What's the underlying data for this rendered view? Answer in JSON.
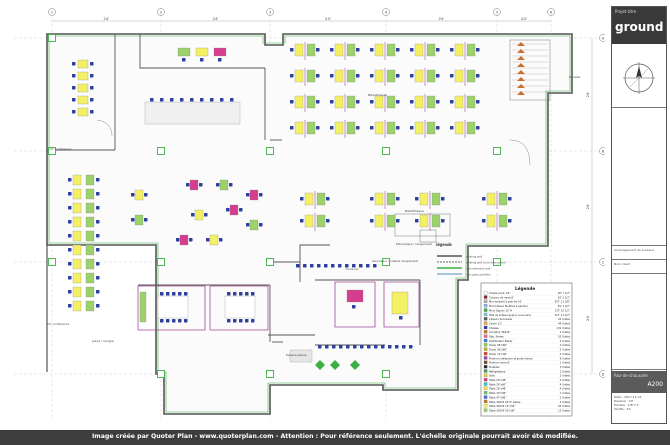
{
  "grid": {
    "columns": [
      "1",
      "2",
      "3",
      "4",
      "5",
      "6"
    ],
    "rows": [
      "A",
      "B",
      "C",
      "D"
    ],
    "spans_top": [
      "24'",
      "24'",
      "24'",
      "24'",
      "24'"
    ],
    "spans_right": [
      "24'",
      "24'",
      "24'"
    ]
  },
  "room_labels": {
    "left_office": "14' conférence",
    "left_lower": "24' conférence",
    "lobby_zone": "pièce / rangée",
    "open_top": "Bibliothèque",
    "open_mid": "Bibliothèque",
    "corridor": "Sous-sol",
    "break": "Espace pause",
    "mechanical": "Mécanique / rangement",
    "stair": "Escalier",
    "elevator": "ascenseur / cabine rangement",
    "legend_note": "Légende"
  },
  "mini_legend": {
    "title": "légende",
    "rows": [
      "existing wall",
      "existing wall to be demolished",
      "new extended wall",
      "new glass partition"
    ]
  },
  "legend": {
    "title": "Légende",
    "items": [
      {
        "label": "Chaise pivot. 24\"",
        "qty": "36' 7 1/2\"",
        "color": "#ffffff"
      },
      {
        "label": "Cloisons de verre 8'",
        "qty": "63' 1 1/2\"",
        "color": "#8b2a2a"
      },
      {
        "label": "Mur existant à peindre 10'",
        "qty": "357' 11 3/8\"",
        "color": "#b0b0b0"
      },
      {
        "label": "Mur-rideaux fenêtres à peindre",
        "qty": "45' 1 1/2\"",
        "color": "#8ab4d6"
      },
      {
        "label": "Murs Gyproc 10' H",
        "qty": "172' 10 1/2\"",
        "color": "#3cb043"
      },
      {
        "label": "Tête de linteau Gyproc sous verre",
        "qty": "117' 11 1/2\"",
        "color": "#7ec8e3"
      },
      {
        "label": "Caisson de bureau",
        "qty": "24 Unités",
        "color": "#5a5a5a"
      },
      {
        "label": "Casier 12\"",
        "qty": "44 Unités",
        "color": "#e6a24a"
      },
      {
        "label": "Chaises",
        "qty": "131 Unités",
        "color": "#2e3f9e"
      },
      {
        "label": "Comptoir 36X24\"",
        "qty": "1 Unités",
        "color": "#cf6d2a"
      },
      {
        "label": "Déb. Serres",
        "qty": "10 Unités",
        "color": "#e06c8c"
      },
      {
        "label": "Distributeur Papier",
        "qty": "3 Unités",
        "color": "#3a7fd5"
      },
      {
        "label": "Divan 28\"x60\"",
        "qty": "2 Unités",
        "color": "#8ecf4f"
      },
      {
        "label": "Divan 36\"x60\"",
        "qty": "3 Unités",
        "color": "#c9b028"
      },
      {
        "label": "Divan 72\"x36\"",
        "qty": "2 Unités",
        "color": "#d24a3b"
      },
      {
        "label": "Porte en mélamine et porte d'acier",
        "qty": "8 Unités",
        "color": "#9b3fb0"
      },
      {
        "label": "Porte en verre 8'",
        "qty": "1 Unités",
        "color": "#7a4a2a"
      },
      {
        "label": "Poubelle",
        "qty": "3 Unités",
        "color": "#2c2c2c"
      },
      {
        "label": "Réfrigérateur",
        "qty": "1 Unités",
        "color": "#4a9b5b"
      },
      {
        "label": "Sofa",
        "qty": "2 Unités",
        "color": "#e2d23c"
      },
      {
        "label": "Table 20\"x48\"",
        "qty": "2 Unités",
        "color": "#d53e8f"
      },
      {
        "label": "Table 24\"x60\"",
        "qty": "4 Unités",
        "color": "#3dc4c4"
      },
      {
        "label": "Table 30\"x48\"",
        "qty": "4 Unités",
        "color": "#f0e04a"
      },
      {
        "label": "Table 30\"x96\"",
        "qty": "1 Unités",
        "color": "#6ec06e"
      },
      {
        "label": "Table 47\"x96\"",
        "qty": "2 Unités",
        "color": "#4a6ad6"
      },
      {
        "label": "Table 36X24 22\"X\" basse",
        "qty": "3 Unités",
        "color": "#c07a2a"
      },
      {
        "label": "Table 30X24 12\"x32\"",
        "qty": "63 Unités",
        "color": "#f4f064"
      },
      {
        "label": "Table 30X24 55\"x30\"",
        "qty": "13 Unités",
        "color": "#9bd26a"
      }
    ]
  },
  "title_block": {
    "small_text": "Projet titre",
    "name": "ground",
    "fields": [
      "Aménagement de bureaux",
      "Nom client"
    ],
    "sheet_label": "Rez-de-chaussée",
    "sheet_number": "A200",
    "footer_lines": [
      "Date : 2017-11-21",
      "Dessiné : CH",
      "Échelle : 1/8\"=1'",
      "Vérifié : XX"
    ]
  },
  "footer": {
    "text": "Image créée par Quoter Plan - www.quoterplan.com - Attention : Pour référence seulement. L'échelle originale pourrait avoir été modifiée."
  },
  "colors": {
    "wall": "#555555",
    "gyproc": "#3cb043",
    "chair": "#2e3f9e",
    "desk": "#f4f064",
    "desk_alt": "#9bd26a",
    "partition": "#a04a9c",
    "accent_pink": "#d53e8f",
    "footer_bg": "#3d3d3d"
  }
}
